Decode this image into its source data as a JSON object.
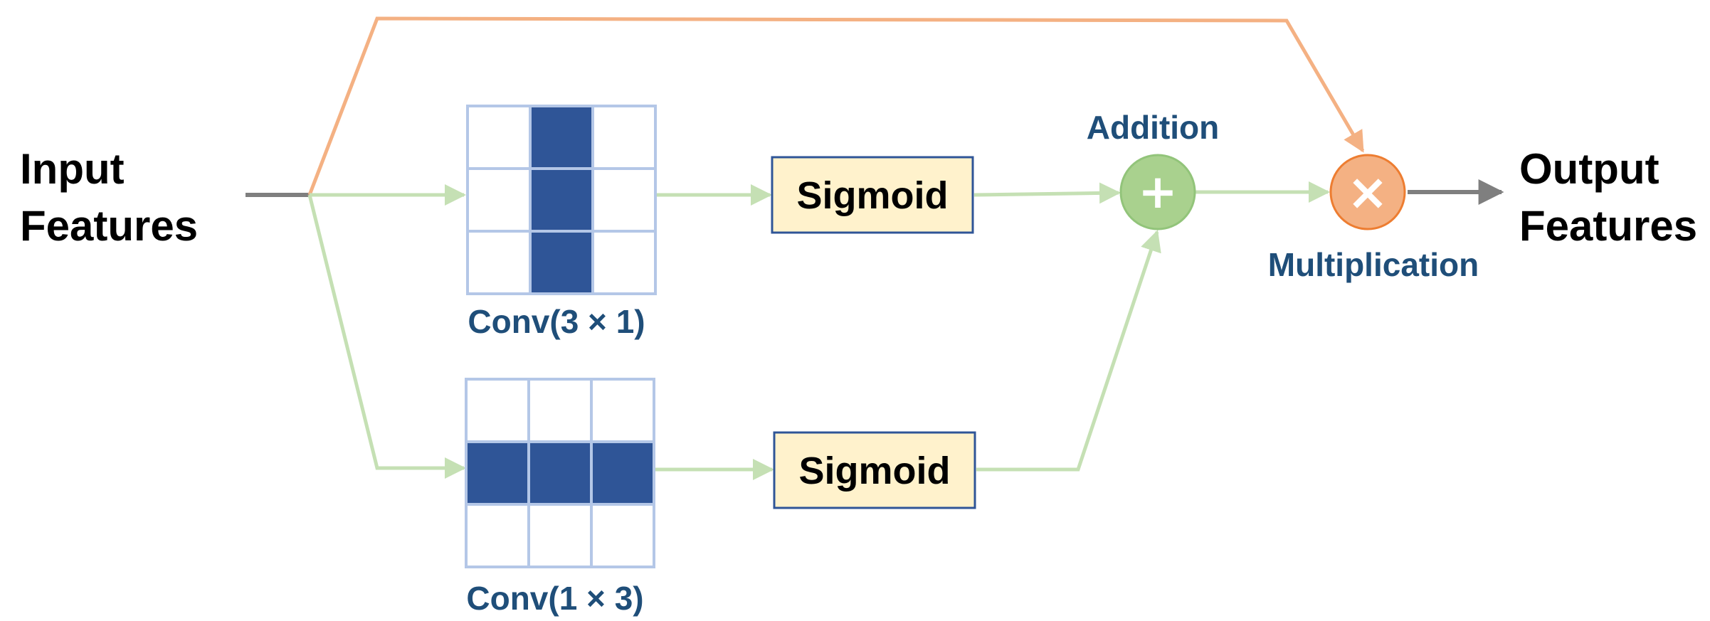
{
  "input": {
    "line1": "Input",
    "line2": "Features"
  },
  "output": {
    "line1": "Output",
    "line2": "Features"
  },
  "conv_top": {
    "label": "Conv(3 × 1)",
    "kernel": [
      [
        0,
        1,
        0
      ],
      [
        0,
        1,
        0
      ],
      [
        0,
        1,
        0
      ]
    ]
  },
  "conv_bottom": {
    "label": "Conv(1 × 3)",
    "kernel": [
      [
        0,
        0,
        0
      ],
      [
        1,
        1,
        1
      ],
      [
        0,
        0,
        0
      ]
    ]
  },
  "sigmoid_top": {
    "label": "Sigmoid"
  },
  "sigmoid_bottom": {
    "label": "Sigmoid"
  },
  "addition": {
    "label": "Addition",
    "symbol": "+"
  },
  "multiplication": {
    "label": "Multiplication",
    "symbol": "×"
  },
  "colors": {
    "green_flow": "#c5e0b4",
    "orange_flow": "#f4b183",
    "gray_flow": "#7f7f7f",
    "grid_line": "#b4c7e7",
    "grid_fill": "#2f5597",
    "sigmoid_fill": "#fff2cc",
    "sigmoid_border": "#2f5597",
    "add_fill": "#a9d18e",
    "mul_fill": "#f4b183",
    "label_blue": "#1f4e79"
  }
}
